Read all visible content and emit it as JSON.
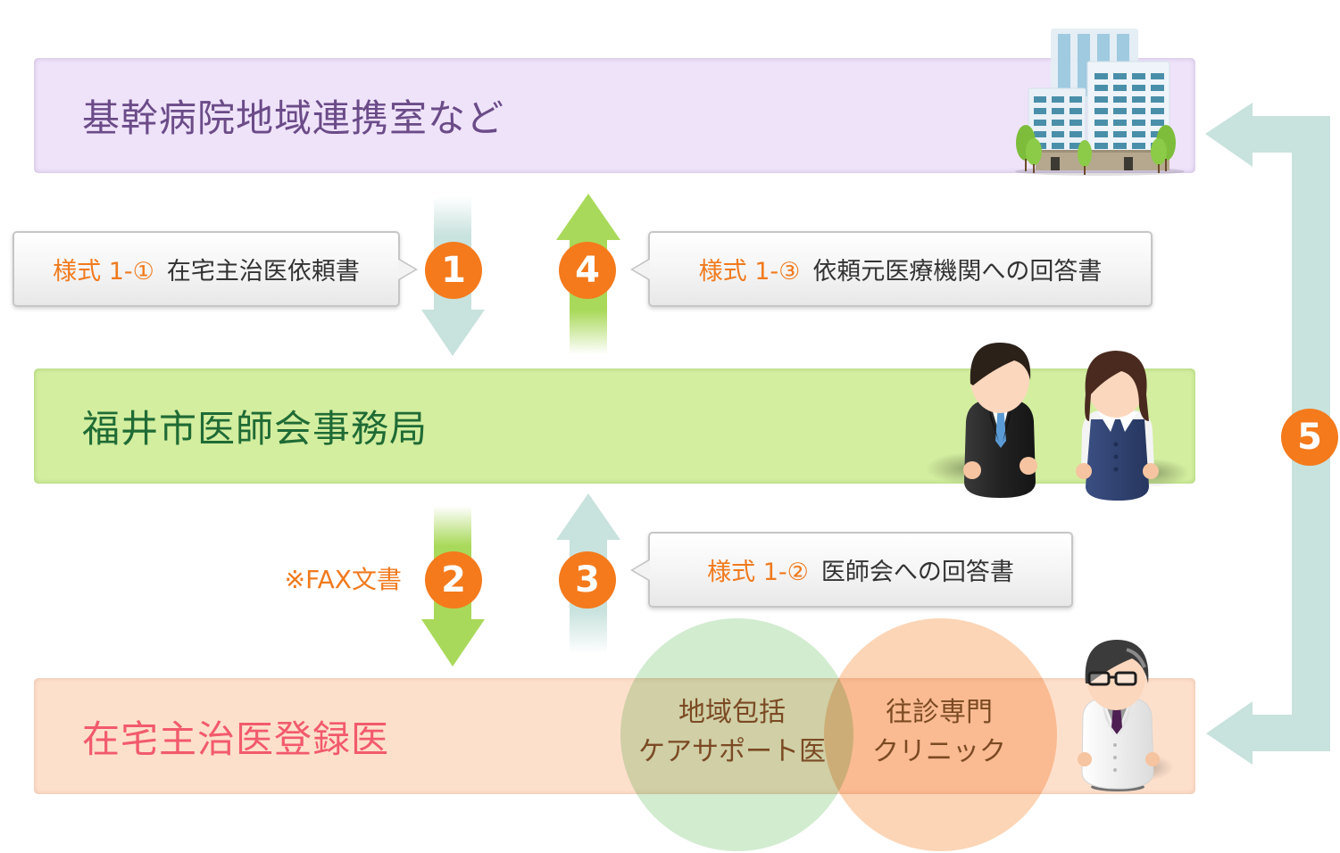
{
  "organizations": {
    "hospital": {
      "label": "基幹病院地域連携室など",
      "icon": "hospital-building-icon"
    },
    "association": {
      "label": "福井市医師会事務局",
      "icon": "office-staff-icon"
    },
    "doctors": {
      "label": "在宅主治医登録医",
      "icon": "doctor-icon"
    }
  },
  "steps": {
    "s1": {
      "number": "1",
      "direction": "down",
      "from": "hospital",
      "to": "association",
      "form_prefix": "様式 1-①",
      "form_name": "在宅主治医依頼書"
    },
    "s2": {
      "number": "2",
      "direction": "down",
      "from": "association",
      "to": "doctors",
      "note": "※FAX文書"
    },
    "s3": {
      "number": "3",
      "direction": "up",
      "from": "doctors",
      "to": "association",
      "form_prefix": "様式 1-②",
      "form_name": "医師会への回答書"
    },
    "s4": {
      "number": "4",
      "direction": "up",
      "from": "association",
      "to": "hospital",
      "form_prefix": "様式 1-③",
      "form_name": "依頼元医療機関への回答書"
    },
    "s5": {
      "number": "5",
      "direction": "bidirectional",
      "from": "doctors",
      "to": "hospital"
    }
  },
  "doctor_types": [
    {
      "line1": "地域包括",
      "line2": "ケアサポート医"
    },
    {
      "line1": "往診専門",
      "line2": "クリニック"
    }
  ],
  "colors": {
    "hospital-bg": "#efe3fa",
    "hospital-text": "#6b4b88",
    "association-bg": "#d3ee9f",
    "association-text": "#1f6b35",
    "doctors-bg": "#fde0cc",
    "doctors-text": "#f25a6c",
    "badge": "#f47a1c",
    "form-prefix": "#f07a1e",
    "arrow-teal": "#c8e2dd",
    "arrow-green": "#a9d95a",
    "venn-green": "#d2ecd0",
    "venn-orange": "#fcd5b6",
    "venn-text": "#7b4a23"
  }
}
